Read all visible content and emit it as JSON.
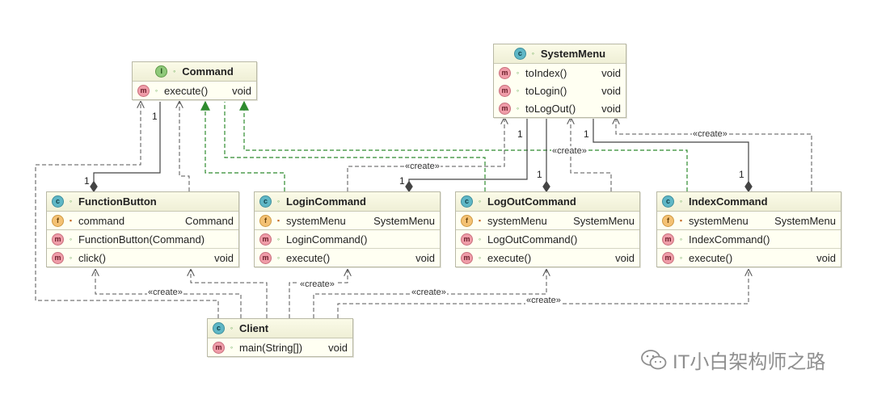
{
  "classes": {
    "command": {
      "name": "Command",
      "kind": "I",
      "members": [
        {
          "kind": "m",
          "name": "execute()",
          "type": "void"
        }
      ]
    },
    "system_menu": {
      "name": "SystemMenu",
      "kind": "c",
      "members": [
        {
          "kind": "m",
          "name": "toIndex()",
          "type": "void"
        },
        {
          "kind": "m",
          "name": "toLogin()",
          "type": "void"
        },
        {
          "kind": "m",
          "name": "toLogOut()",
          "type": "void"
        }
      ]
    },
    "function_button": {
      "name": "FunctionButton",
      "kind": "c",
      "fields": [
        {
          "kind": "f",
          "name": "command",
          "type": "Command"
        }
      ],
      "members": [
        {
          "kind": "m",
          "name": "FunctionButton(Command)",
          "type": ""
        },
        {
          "kind": "m",
          "name": "click()",
          "type": "void"
        }
      ]
    },
    "login_command": {
      "name": "LoginCommand",
      "kind": "c",
      "fields": [
        {
          "kind": "f",
          "name": "systemMenu",
          "type": "SystemMenu"
        }
      ],
      "members": [
        {
          "kind": "m",
          "name": "LoginCommand()",
          "type": ""
        },
        {
          "kind": "m",
          "name": "execute()",
          "type": "void"
        }
      ]
    },
    "logout_command": {
      "name": "LogOutCommand",
      "kind": "c",
      "fields": [
        {
          "kind": "f",
          "name": "systemMenu",
          "type": "SystemMenu"
        }
      ],
      "members": [
        {
          "kind": "m",
          "name": "LogOutCommand()",
          "type": ""
        },
        {
          "kind": "m",
          "name": "execute()",
          "type": "void"
        }
      ]
    },
    "index_command": {
      "name": "IndexCommand",
      "kind": "c",
      "fields": [
        {
          "kind": "f",
          "name": "systemMenu",
          "type": "SystemMenu"
        }
      ],
      "members": [
        {
          "kind": "m",
          "name": "IndexCommand()",
          "type": ""
        },
        {
          "kind": "m",
          "name": "execute()",
          "type": "void"
        }
      ]
    },
    "client": {
      "name": "Client",
      "kind": "c",
      "members": [
        {
          "kind": "m",
          "name": "main(String[])",
          "type": "void"
        }
      ]
    }
  },
  "labels": {
    "create": "«create»",
    "multiplicity_one": "1"
  },
  "watermark": {
    "text": "IT小白架构师之路",
    "icon": "wechat-icon"
  },
  "colors": {
    "class_fill": "#fffff2",
    "class_border": "#b9b9a6",
    "dependency_line": "#555555",
    "realization_line": "#2e8b2e",
    "watermark": "#8f8f8f"
  }
}
